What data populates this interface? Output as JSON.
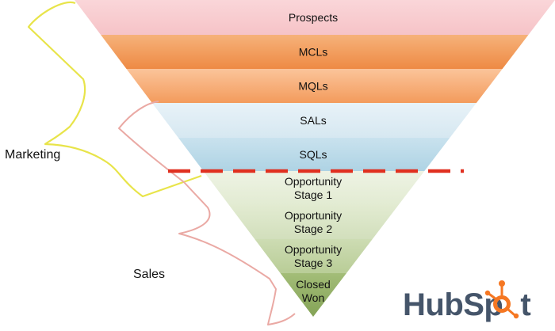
{
  "funnel": {
    "stages": [
      {
        "lines": [
          "Prospects"
        ],
        "color_top": "#fad6d9",
        "color_bottom": "#f6c3c7"
      },
      {
        "lines": [
          "MCLs"
        ],
        "color_top": "#f6b27a",
        "color_bottom": "#ee8a44"
      },
      {
        "lines": [
          "MQLs"
        ],
        "color_top": "#fbc49a",
        "color_bottom": "#f39b5c"
      },
      {
        "lines": [
          "SALs"
        ],
        "color_top": "#e8f2f8",
        "color_bottom": "#d6e8f1"
      },
      {
        "lines": [
          "SQLs"
        ],
        "color_top": "#c9e2ee",
        "color_bottom": "#aed3e4"
      },
      {
        "lines": [
          "Opportunity",
          "Stage 1"
        ],
        "color_top": "#eef3e4",
        "color_bottom": "#e2ebd2"
      },
      {
        "lines": [
          "Opportunity",
          "Stage 2"
        ],
        "color_top": "#e2ebd1",
        "color_bottom": "#d2dfbc"
      },
      {
        "lines": [
          "Opportunity",
          "Stage 3"
        ],
        "color_top": "#cddcb3",
        "color_bottom": "#b9cd97"
      },
      {
        "lines": [
          "Closed",
          "Won"
        ],
        "color_top": "#a3bd78",
        "color_bottom": "#84a356"
      }
    ]
  },
  "labels": {
    "marketing": "Marketing",
    "sales": "Sales"
  },
  "colors": {
    "marketing_bracket": "#e8e44a",
    "sales_bracket": "#eaa9a4",
    "divider": "#e03020",
    "brand_text": "#45556a",
    "brand_accent": "#f57722"
  },
  "brand": {
    "name_part1": "HubSp",
    "name_part2": "t"
  }
}
